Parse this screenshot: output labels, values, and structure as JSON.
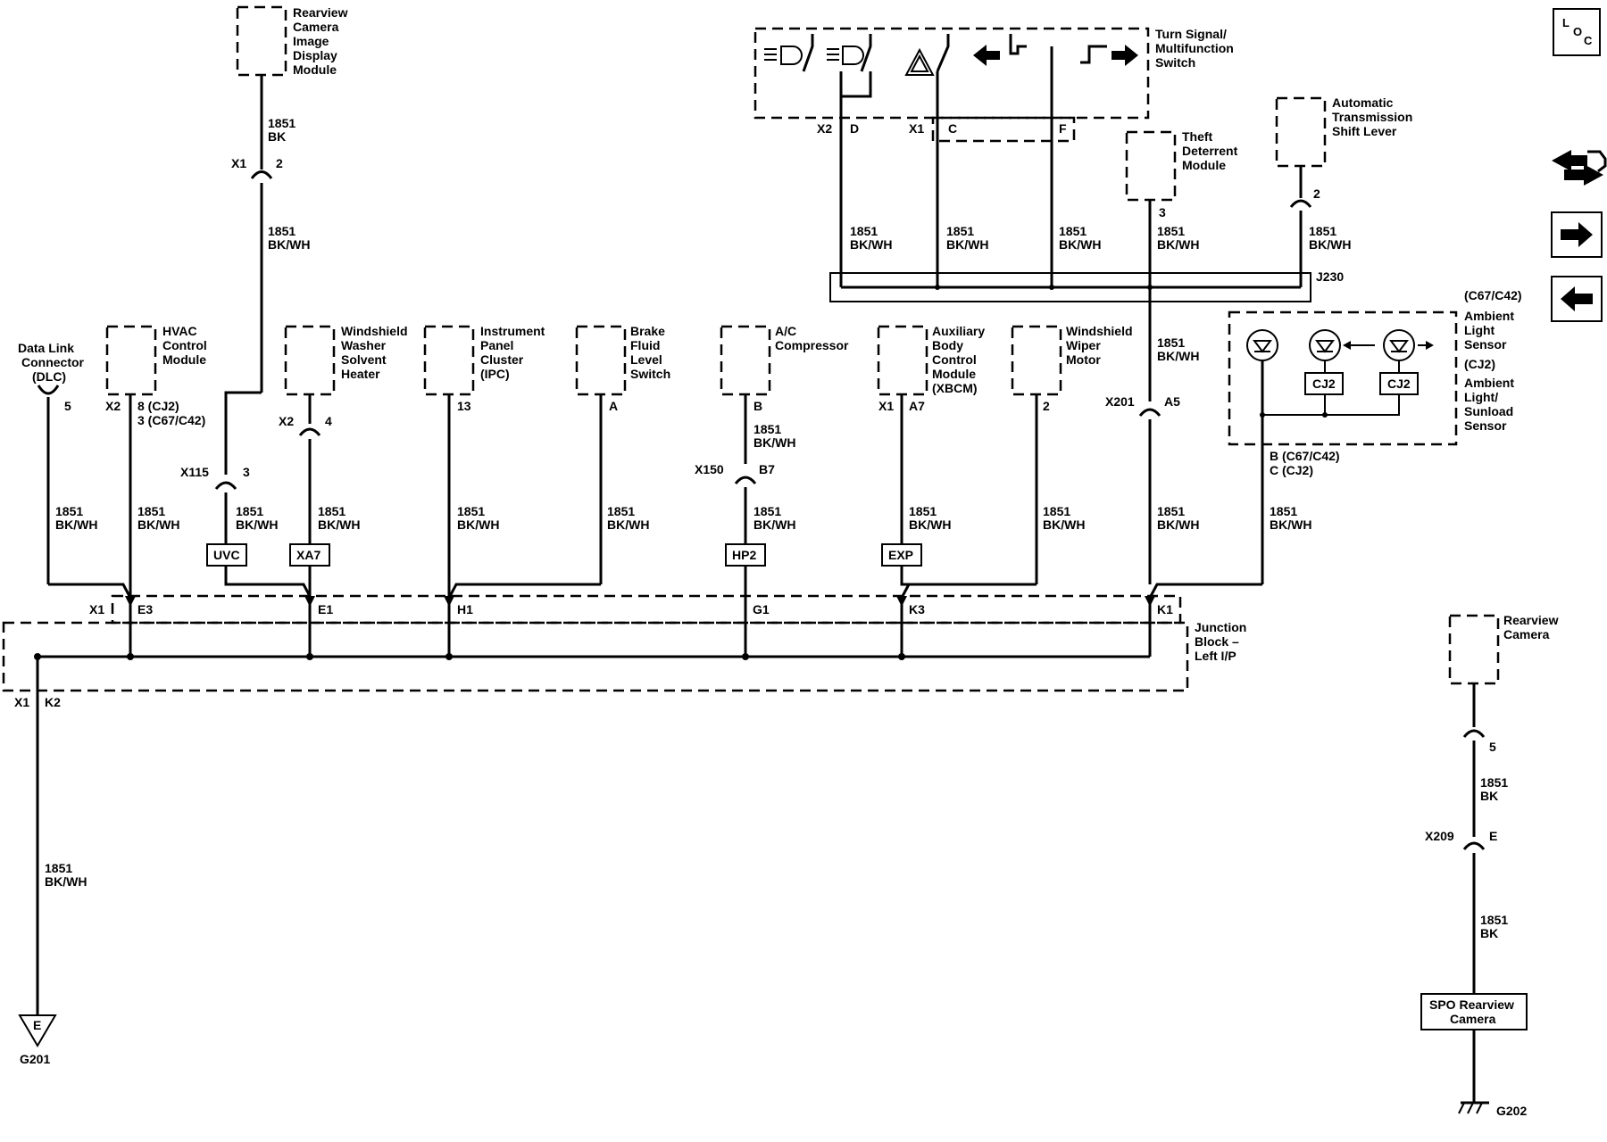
{
  "components": {
    "rearview_display": [
      "Rearview",
      "Camera",
      "Image",
      "Display",
      "Module"
    ],
    "turn_signal_switch": [
      "Turn Signal/",
      "Multifunction",
      "Switch"
    ],
    "theft_deterrent": [
      "Theft",
      "Deterrent",
      "Module"
    ],
    "trans_shift_lever": [
      "Automatic",
      "Transmission",
      "Shift Lever"
    ],
    "hvac": [
      "HVAC",
      "Control",
      "Module"
    ],
    "washer_heater": [
      "Windshield",
      "Washer",
      "Solvent",
      "Heater"
    ],
    "ipc": [
      "Instrument",
      "Panel",
      "Cluster",
      "(IPC)"
    ],
    "brake_switch": [
      "Brake",
      "Fluid",
      "Level",
      "Switch"
    ],
    "ac_compressor": [
      "A/C",
      "Compressor"
    ],
    "xbcm": [
      "Auxiliary",
      "Body",
      "Control",
      "Module",
      "(XBCM)"
    ],
    "wiper_motor": [
      "Windshield",
      "Wiper",
      "Motor"
    ],
    "ambient_light": [
      "(C67/C42)",
      "Ambient",
      "Light",
      "Sensor",
      "(CJ2)",
      "Ambient",
      "Light/",
      "Sunload",
      "Sensor"
    ],
    "dlc": [
      "Data Link",
      "Connector",
      "(DLC)"
    ],
    "junction_block": [
      "Junction",
      "Block –",
      "Left I/P"
    ],
    "rearview_camera": [
      "Rearview",
      "Camera"
    ]
  },
  "wire": {
    "circuit": "1851",
    "color_bkwh": "BK/WH",
    "color_bk": "BK"
  },
  "connectors": {
    "x1": "X1",
    "x2": "X2",
    "x115": "X115",
    "x150": "X150",
    "x201": "X201",
    "x209": "X209",
    "j230": "J230",
    "pin_2": "2",
    "pin_3": "3",
    "pin_4": "4",
    "pin_5": "5",
    "pin_13": "13",
    "pin_a": "A",
    "pin_b": "B",
    "pin_b7": "B7",
    "pin_a7": "A7",
    "pin_a5": "A5",
    "pin_d": "D",
    "pin_c": "C",
    "pin_f": "F",
    "pin_e": "E",
    "hvac_pin_1": "8 (CJ2)",
    "hvac_pin_2": "3 (C67/C42)",
    "amb_pin_1": "B (C67/C42)",
    "amb_pin_2": "C (CJ2)",
    "jb_e3": "E3",
    "jb_e1": "E1",
    "jb_h1": "H1",
    "jb_g1": "G1",
    "jb_k3": "K3",
    "jb_k1": "K1",
    "jb_k2": "K2"
  },
  "options": {
    "uvc": "UVC",
    "xa7": "XA7",
    "hp2": "HP2",
    "exp": "EXP",
    "cj2": "CJ2"
  },
  "spo_camera": [
    "SPO Rearview",
    "Camera"
  ],
  "grounds": {
    "g201": "G201",
    "g202": "G202",
    "g201_symbol": "E"
  },
  "loc_icon": {
    "l": "L",
    "o": "O",
    "c": "C"
  },
  "icons": [
    "loc-icon",
    "service-programming-icon",
    "arrow-right-icon",
    "arrow-left-icon",
    "headlamp-icon",
    "hazard-icon"
  ]
}
